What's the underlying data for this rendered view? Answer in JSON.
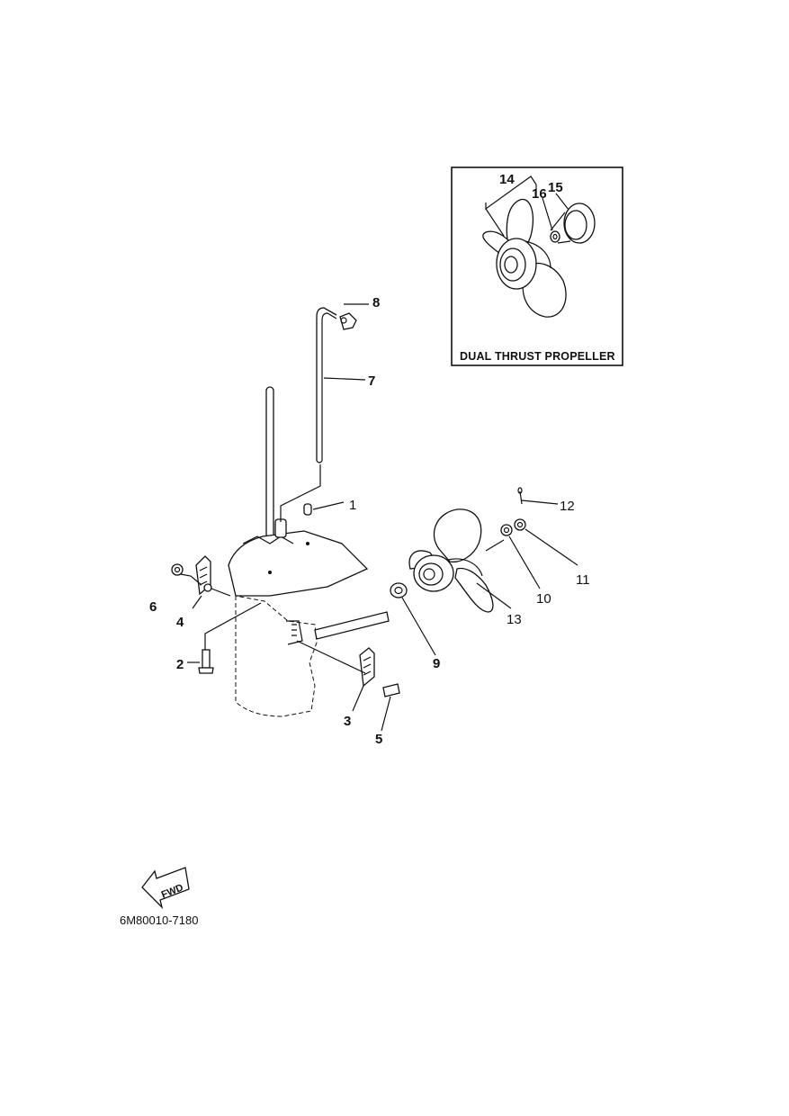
{
  "inset": {
    "caption": "DUAL THRUST PROPELLER",
    "callouts": {
      "c14": "14",
      "c15": "15",
      "c16": "16"
    }
  },
  "callouts": {
    "c1": "1",
    "c2": "2",
    "c3": "3",
    "c4": "4",
    "c5": "5",
    "c6": "6",
    "c7": "7",
    "c8": "8",
    "c9": "9",
    "c10": "10",
    "c11": "11",
    "c12": "12",
    "c13": "13"
  },
  "fwd_label": "FWD",
  "diagram_code": "6M80010-7180"
}
